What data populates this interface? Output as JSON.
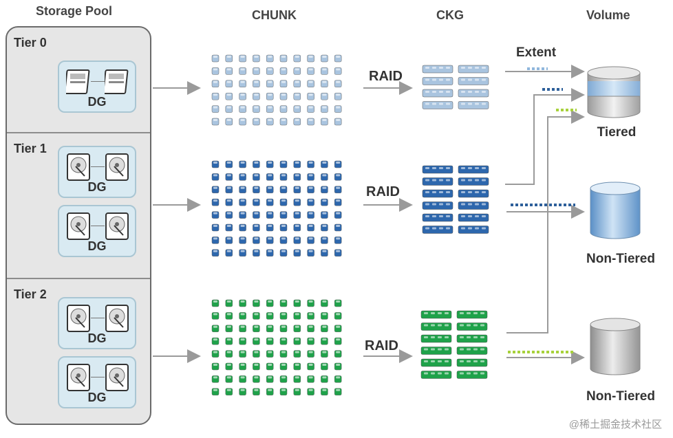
{
  "headers": {
    "storage_pool": "Storage Pool",
    "chunk": "CHUNK",
    "ckg": "CKG",
    "volume": "Volume"
  },
  "tiers": [
    {
      "label": "Tier 0",
      "dgs": [
        "DG"
      ]
    },
    {
      "label": "Tier 1",
      "dgs": [
        "DG",
        "DG"
      ]
    },
    {
      "label": "Tier 2",
      "dgs": [
        "DG",
        "DG"
      ]
    }
  ],
  "raid_labels": [
    "RAID",
    "RAID",
    "RAID"
  ],
  "extent_label": "Extent",
  "volumes": [
    {
      "label": "Tiered"
    },
    {
      "label": "Non-Tiered"
    },
    {
      "label": "Non-Tiered"
    }
  ],
  "colors": {
    "tier0": "#a9c4df",
    "tier1": "#2d67ad",
    "tier2": "#1fa24a",
    "arrow": "#9a9a9a"
  },
  "watermark": "@稀土掘金技术社区"
}
